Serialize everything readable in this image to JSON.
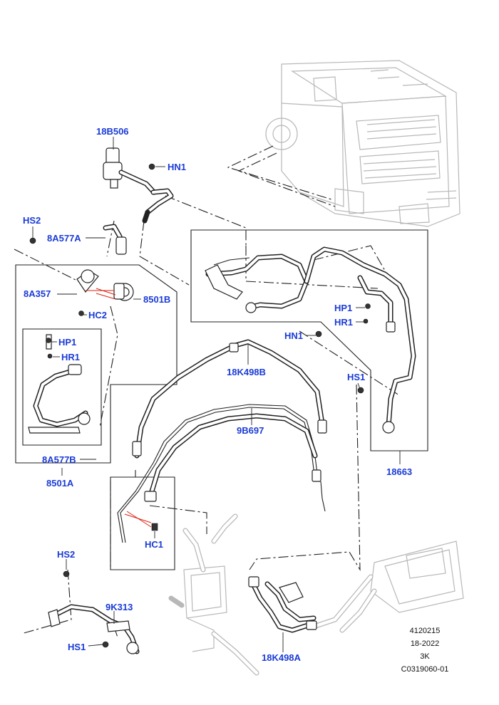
{
  "callouts": {
    "l18B506": "18B506",
    "lHN1_top": "HN1",
    "lHS2_top": "HS2",
    "l8A577A": "8A577A",
    "l8A357": "8A357",
    "l8501B": "8501B",
    "lHC2": "HC2",
    "lHP1_left": "HP1",
    "lHR1_left": "HR1",
    "l8A577B": "8A577B",
    "l8501A": "8501A",
    "l18K498B": "18K498B",
    "l9B697": "9B697",
    "lHP1_right": "HP1",
    "lHR1_right": "HR1",
    "lHN1_mid": "HN1",
    "lHS1_right": "HS1",
    "l18663": "18663",
    "lHC1": "HC1",
    "lHS2_bottom": "HS2",
    "l9K313": "9K313",
    "lHS1_bottom": "HS1",
    "l18K498A": "18K498A"
  },
  "meta": {
    "code": "4120215",
    "date": "18-2022",
    "rev": "3K",
    "ref": "C0319060-01"
  },
  "colors": {
    "callout": "#1a3bd6",
    "line": "#222222",
    "ghost": "#b8b8b8",
    "leader_red": "#dd2211"
  }
}
